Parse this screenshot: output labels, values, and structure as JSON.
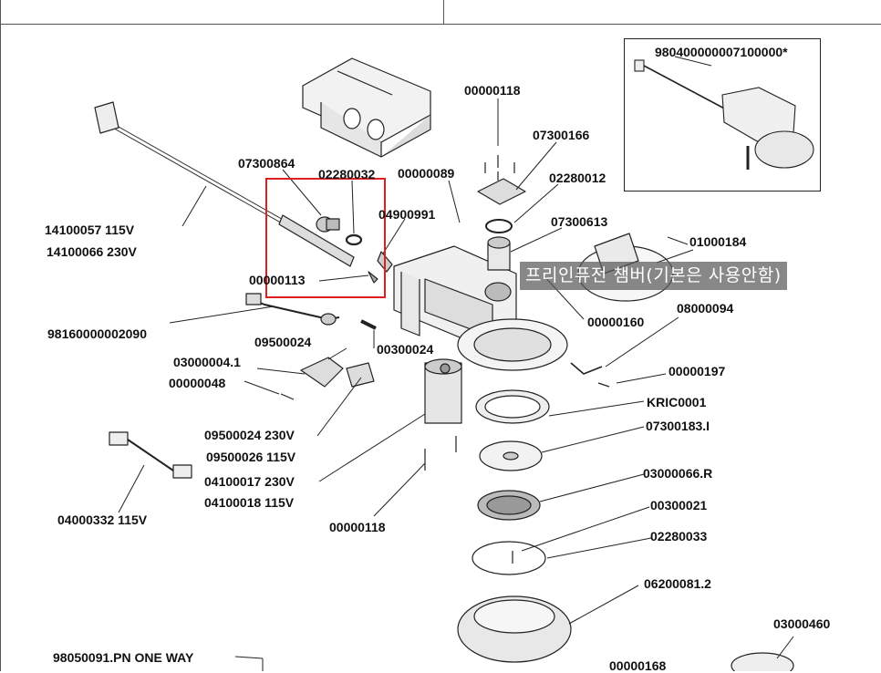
{
  "overlay_note": "프리인퓨전 챔버(기본은 사용안함)",
  "inset_label": "980400000007100000*",
  "labels": {
    "l1": "00000118",
    "l2": "07300166",
    "l3": "07300864",
    "l4": "02280032",
    "l5": "00000089",
    "l6": "02280012",
    "l7": "04900991",
    "l8": "07300613",
    "l9": "14100057  115V",
    "l10": "14100066  230V",
    "l11": "01000184",
    "l12": "00000113",
    "l13": "00000160",
    "l14": "08000094",
    "l15": "98160000002090",
    "l16": "09500024",
    "l17": "00300024",
    "l18": "03000004.1",
    "l19": "00000197",
    "l20": "00000048",
    "l21": "KRIC0001",
    "l22": "07300183.I",
    "l23": "09500024 230V",
    "l24": "09500026 115V",
    "l25": "03000066.R",
    "l26": "04100017  230V",
    "l27": "04100018  115V",
    "l28": "00300021",
    "l29": "04000332 115V",
    "l30": "00000118",
    "l31": "02280033",
    "l32": "06200081.2",
    "l33": "03000460",
    "l34": "98050091.PN   ONE WAY",
    "l35": "00000168"
  }
}
